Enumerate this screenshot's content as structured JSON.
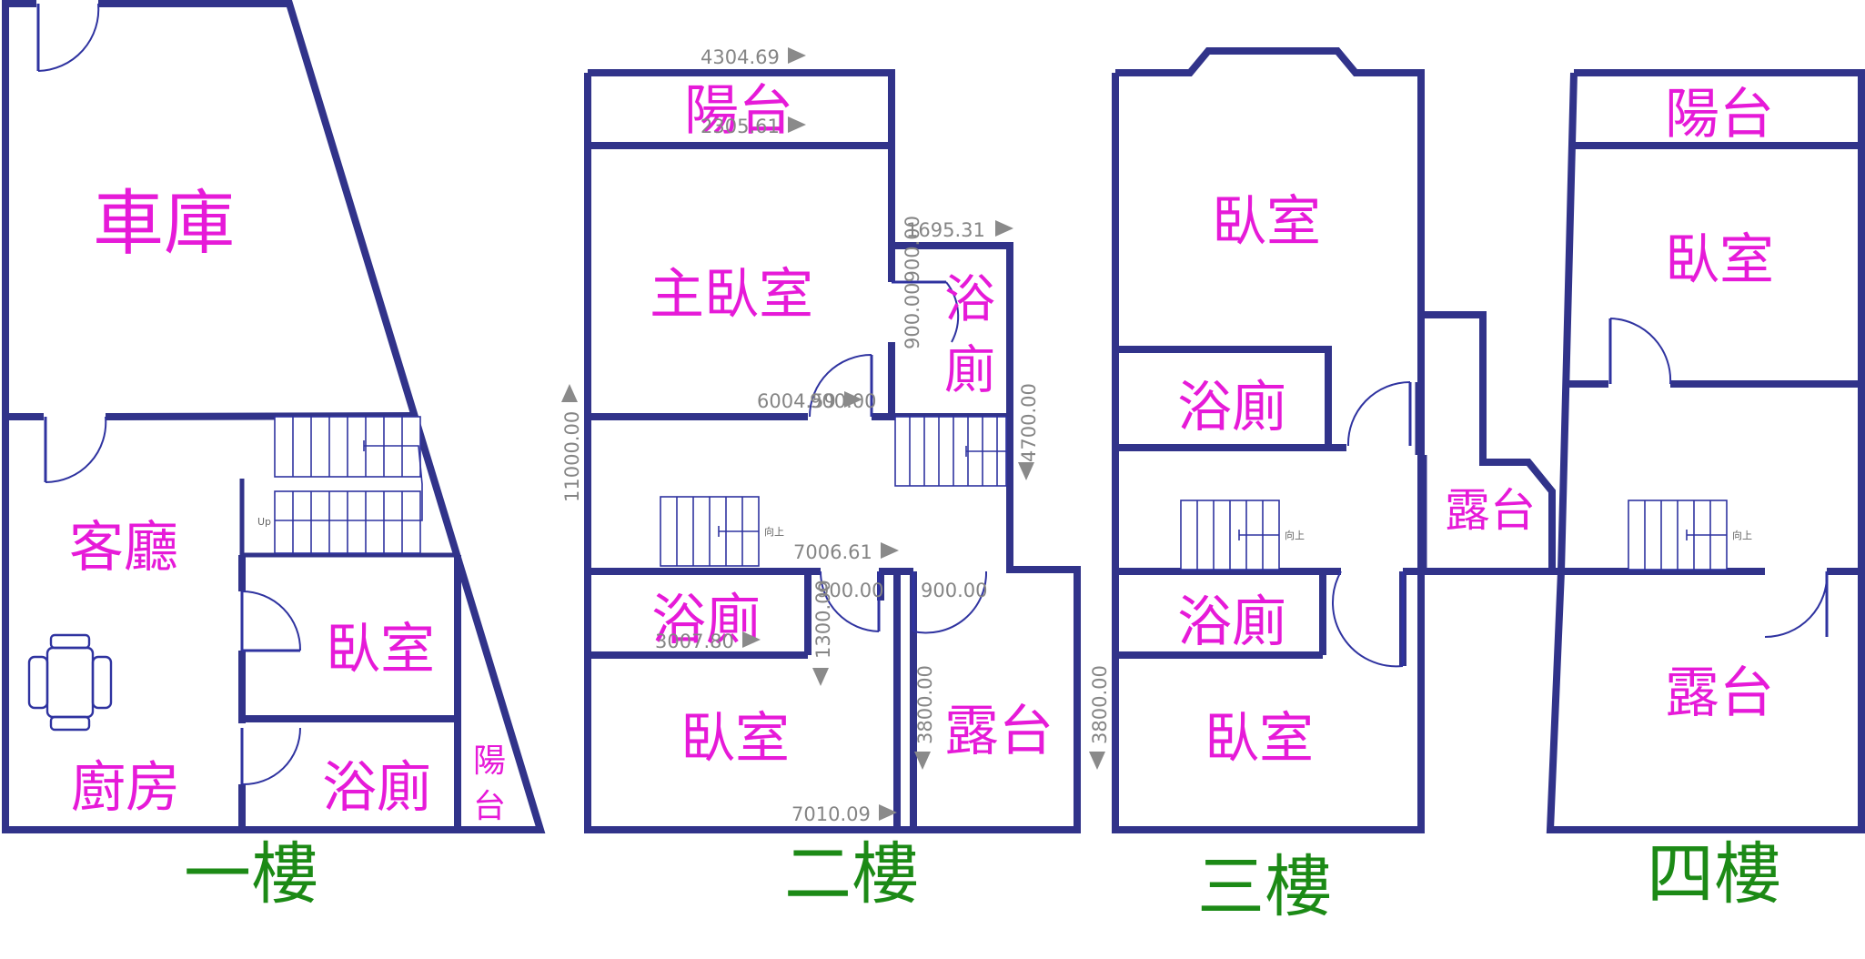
{
  "colors": {
    "wall": "#31338a",
    "room_label": "#e61ad8",
    "floor_label": "#1c8a16",
    "dimension": "#858585"
  },
  "floors": {
    "first": {
      "label": "一樓",
      "rooms": {
        "garage": "車庫",
        "living": "客廳",
        "bedroom": "臥室",
        "kitchen": "廚房",
        "bathroom": "浴廁",
        "balcony_top": "陽",
        "balcony_bottom": "台"
      },
      "stair_note": "Up"
    },
    "second": {
      "label": "二樓",
      "rooms": {
        "balcony": "陽台",
        "master_bedroom": "主臥室",
        "bath_top": "浴",
        "bath_bottom": "廁",
        "bathroom": "浴廁",
        "bedroom": "臥室",
        "terrace": "露台"
      },
      "stair_note": "向上",
      "dimensions": {
        "top": "4304.69",
        "balcony": "2305.61",
        "bath_width": "1695.31",
        "bath_vertical": "900.00900.00",
        "hall_left": "6004.59",
        "hall_right": "900.00",
        "left_height": "11000.00",
        "right_height": "4700.00",
        "mid": "7006.61",
        "door_left": "900.00",
        "door_right": "900.00",
        "bath_depth": "1300.00",
        "bath_width_bottom": "3007.80",
        "terrace_left": "3800.00",
        "terrace_right": "3800.00",
        "bottom": "7010.09"
      }
    },
    "third": {
      "label": "三樓",
      "rooms": {
        "bedroom_top": "臥室",
        "bath_top": "浴廁",
        "terrace": "露台",
        "bath_bottom": "浴廁",
        "bedroom_bottom": "臥室"
      },
      "stair_note": "向上"
    },
    "fourth": {
      "label": "四樓",
      "rooms": {
        "balcony": "陽台",
        "bedroom": "臥室",
        "terrace": "露台"
      },
      "stair_note": "向上"
    }
  }
}
